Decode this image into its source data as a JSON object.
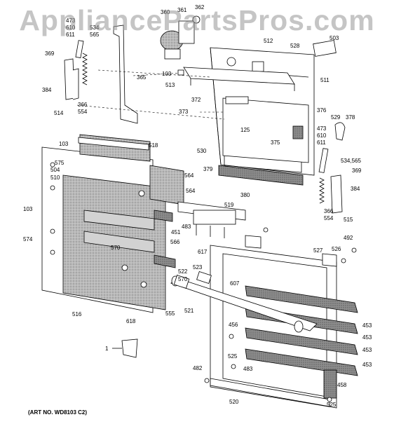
{
  "watermark": "AppliancePartsPros.com",
  "art_number": "(ART NO. WD8103 C2)",
  "callouts": [
    {
      "id": "c360",
      "text": "360"
    },
    {
      "id": "c361",
      "text": "361"
    },
    {
      "id": "c362",
      "text": "362"
    },
    {
      "id": "c473a",
      "text": "473"
    },
    {
      "id": "c610a",
      "text": "610"
    },
    {
      "id": "c611a",
      "text": "611"
    },
    {
      "id": "c534a",
      "text": "534"
    },
    {
      "id": "c565a",
      "text": "565"
    },
    {
      "id": "c369a",
      "text": "369"
    },
    {
      "id": "c384a",
      "text": "384"
    },
    {
      "id": "c514",
      "text": "514"
    },
    {
      "id": "c366a",
      "text": "366"
    },
    {
      "id": "c554a",
      "text": "554"
    },
    {
      "id": "c365",
      "text": "365"
    },
    {
      "id": "c103a",
      "text": "103"
    },
    {
      "id": "c513",
      "text": "513"
    },
    {
      "id": "c512",
      "text": "512"
    },
    {
      "id": "c528",
      "text": "528"
    },
    {
      "id": "c503",
      "text": "503"
    },
    {
      "id": "c511",
      "text": "511"
    },
    {
      "id": "c372",
      "text": "372"
    },
    {
      "id": "c373",
      "text": "373"
    },
    {
      "id": "c125",
      "text": "125"
    },
    {
      "id": "c376",
      "text": "376"
    },
    {
      "id": "c529",
      "text": "529"
    },
    {
      "id": "c378",
      "text": "378"
    },
    {
      "id": "c473b",
      "text": "473"
    },
    {
      "id": "c610b",
      "text": "610"
    },
    {
      "id": "c611b",
      "text": "611"
    },
    {
      "id": "c375",
      "text": "375"
    },
    {
      "id": "c530",
      "text": "530"
    },
    {
      "id": "c534b",
      "text": "534,565"
    },
    {
      "id": "c379",
      "text": "379"
    },
    {
      "id": "c369b",
      "text": "369"
    },
    {
      "id": "c380",
      "text": "380"
    },
    {
      "id": "c384b",
      "text": "384"
    },
    {
      "id": "c366b",
      "text": "366"
    },
    {
      "id": "c554b",
      "text": "554"
    },
    {
      "id": "c515",
      "text": "515"
    },
    {
      "id": "c518",
      "text": "518"
    },
    {
      "id": "c103b",
      "text": "103"
    },
    {
      "id": "c575",
      "text": "575"
    },
    {
      "id": "c504",
      "text": "504"
    },
    {
      "id": "c510",
      "text": "510"
    },
    {
      "id": "c564a",
      "text": "564"
    },
    {
      "id": "c564b",
      "text": "564"
    },
    {
      "id": "c103c",
      "text": "103"
    },
    {
      "id": "c519",
      "text": "519"
    },
    {
      "id": "c574",
      "text": "574"
    },
    {
      "id": "c451",
      "text": "451"
    },
    {
      "id": "c483a",
      "text": "483"
    },
    {
      "id": "c566",
      "text": "566"
    },
    {
      "id": "c570a",
      "text": "570"
    },
    {
      "id": "c617",
      "text": "617"
    },
    {
      "id": "c492",
      "text": "492"
    },
    {
      "id": "c527",
      "text": "527"
    },
    {
      "id": "c526",
      "text": "526"
    },
    {
      "id": "c570b",
      "text": "570"
    },
    {
      "id": "c522",
      "text": "522"
    },
    {
      "id": "c523",
      "text": "523"
    },
    {
      "id": "c607",
      "text": "607"
    },
    {
      "id": "c516",
      "text": "516"
    },
    {
      "id": "c555",
      "text": "555"
    },
    {
      "id": "c521",
      "text": "521"
    },
    {
      "id": "c618",
      "text": "618"
    },
    {
      "id": "c453a",
      "text": "453"
    },
    {
      "id": "c456",
      "text": "456"
    },
    {
      "id": "c453b",
      "text": "453"
    },
    {
      "id": "c453c",
      "text": "453"
    },
    {
      "id": "c1",
      "text": "1"
    },
    {
      "id": "c525a",
      "text": "525"
    },
    {
      "id": "c453d",
      "text": "453"
    },
    {
      "id": "c482",
      "text": "482"
    },
    {
      "id": "c483b",
      "text": "483"
    },
    {
      "id": "c458",
      "text": "458"
    },
    {
      "id": "c520",
      "text": "520"
    },
    {
      "id": "c525b",
      "text": "525"
    }
  ]
}
